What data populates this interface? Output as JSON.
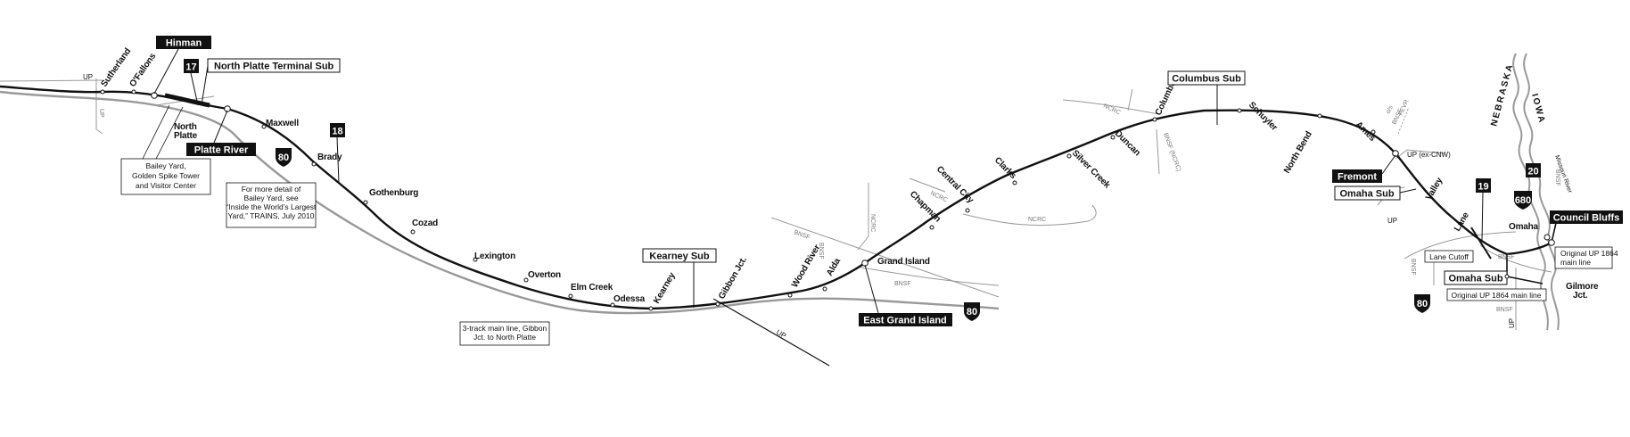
{
  "stations": [
    {
      "id": "sutherland",
      "label": "Sutherland"
    },
    {
      "id": "ofallons",
      "label": "O'Fallons"
    },
    {
      "id": "north-platte",
      "label": "North\nPlatte"
    },
    {
      "id": "maxwell",
      "label": "Maxwell"
    },
    {
      "id": "brady",
      "label": "Brady"
    },
    {
      "id": "gothenburg",
      "label": "Gothenburg"
    },
    {
      "id": "cozad",
      "label": "Cozad"
    },
    {
      "id": "lexington",
      "label": "Lexington"
    },
    {
      "id": "overton",
      "label": "Overton"
    },
    {
      "id": "elm-creek",
      "label": "Elm Creek"
    },
    {
      "id": "odessa",
      "label": "Odessa"
    },
    {
      "id": "kearney",
      "label": "Kearney"
    },
    {
      "id": "gibbon-jct",
      "label": "Gibbon Jct."
    },
    {
      "id": "wood-river",
      "label": "Wood River"
    },
    {
      "id": "alda",
      "label": "Alda"
    },
    {
      "id": "grand-island",
      "label": "Grand Island"
    },
    {
      "id": "chapman",
      "label": "Chapman"
    },
    {
      "id": "central-city",
      "label": "Central City"
    },
    {
      "id": "clarks",
      "label": "Clarks"
    },
    {
      "id": "silver-creek",
      "label": "Silver Creek"
    },
    {
      "id": "duncan",
      "label": "Duncan"
    },
    {
      "id": "columbus",
      "label": "Columbus"
    },
    {
      "id": "schuyler",
      "label": "Schuyler"
    },
    {
      "id": "north-bend",
      "label": "North Bend"
    },
    {
      "id": "ames",
      "label": "Ames"
    },
    {
      "id": "valley",
      "label": "Valley"
    },
    {
      "id": "lane",
      "label": "Lane"
    },
    {
      "id": "omaha",
      "label": "Omaha"
    },
    {
      "id": "gilmore-jct",
      "label": "Gilmore\nJct."
    }
  ],
  "black_labels": {
    "hinman": "Hinman",
    "platte_river": "Platte River",
    "east_grand_island": "East Grand Island",
    "fremont": "Fremont",
    "council_bluffs": "Council Bluffs"
  },
  "numbers": {
    "n17": "17",
    "n18": "18",
    "n19": "19",
    "n20": "20"
  },
  "subdivisions": {
    "north_platte_terminal": "North Platte Terminal Sub",
    "kearney": "Kearney Sub",
    "columbus": "Columbus Sub",
    "omaha_1": "Omaha Sub",
    "omaha_2": "Omaha Sub"
  },
  "notes": {
    "bailey_yard": [
      "Bailey Yard,",
      "Golden Spike Tower",
      "and Visitor Center"
    ],
    "more_detail": [
      "For more detail of",
      "Bailey Yard, see",
      "“Inside the World’s Largest",
      "Yard,” TRAINS, July 2010"
    ],
    "three_track": [
      "3-track main line, Gibbon",
      "Jct. to North Platte"
    ],
    "lane_cutoff": "Lane Cutoff",
    "original_1864_a": [
      "Original UP 1864",
      "main line"
    ],
    "original_1864_b": "Original UP 1864 main line"
  },
  "railroad_marks": {
    "up_west": "UP",
    "up_pacific": "UP",
    "up_gibbon": "UP",
    "up_ex_cnw": "UP (ex-CNW)",
    "up_fremont": "UP",
    "up_south": "UP",
    "bnsf_1": "BNSF",
    "bnsf_2": "BNSF",
    "bnsf_3": "BNSF",
    "bnsf_4": "BNSF",
    "bnsf_5": "BNSF",
    "bnsf_6": "BNSF",
    "bnsf_7": "BNSF",
    "bnsf_8": "BNSF",
    "ncrc_1": "NCRC",
    "ncrc_2": "NCRC",
    "ncrc_3": "NCRC",
    "ncrc_4": "NCRC",
    "bnsf_ncrc": "BNSF\n(NCRC)",
    "feve": "FEVR",
    "os": "o/s"
  },
  "states": {
    "nebraska": "NEBRASKA",
    "iowa": "IOWA",
    "river": "Missouri River"
  },
  "interstates": {
    "i80_a": "80",
    "i80_b": "80",
    "i80_c": "80",
    "i680": "680"
  }
}
